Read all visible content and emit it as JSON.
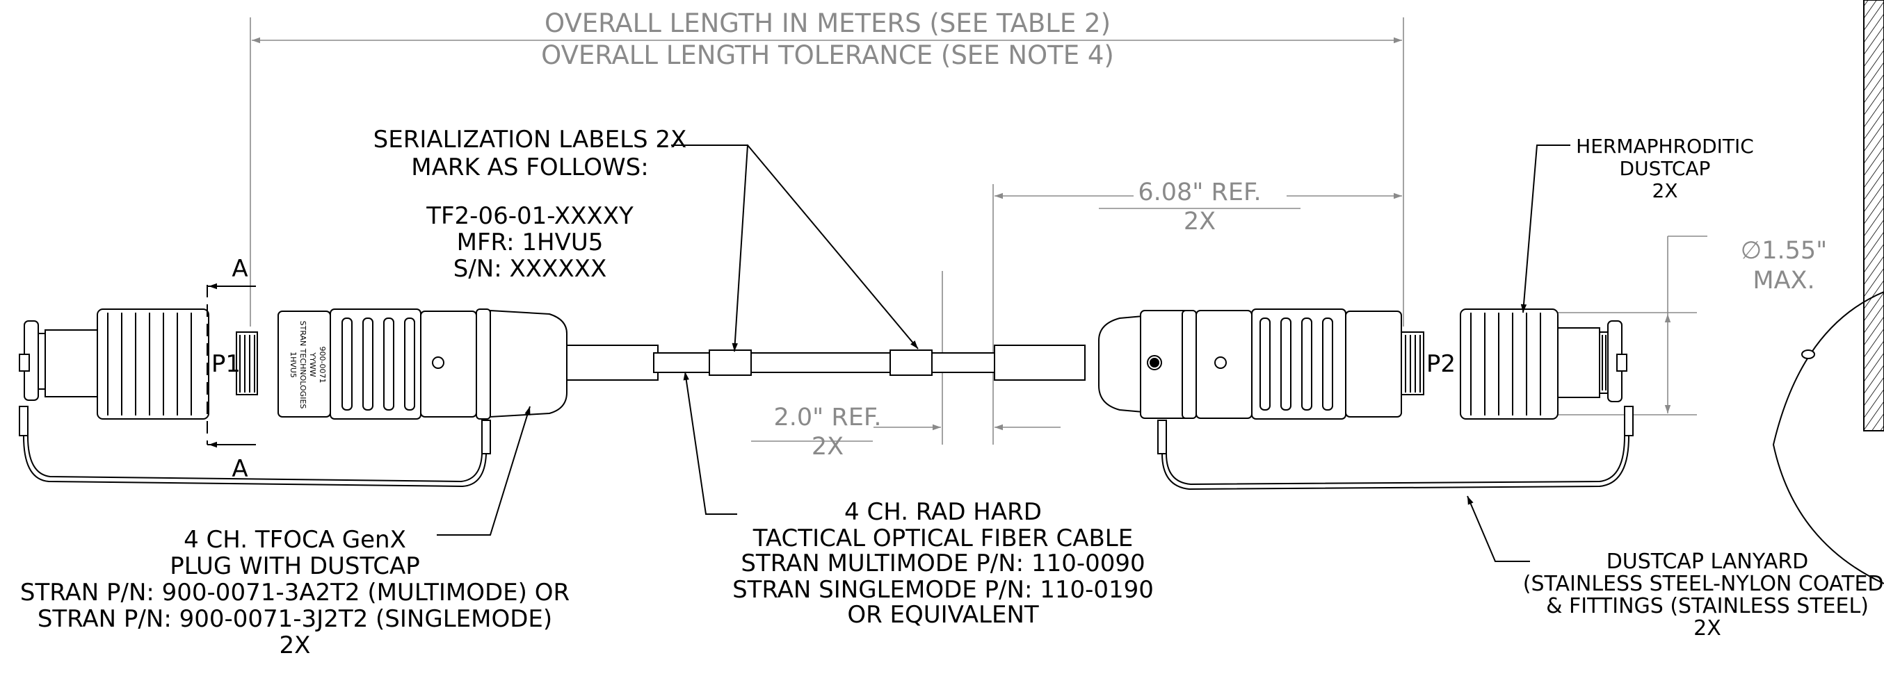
{
  "colors": {
    "ink": "#000000",
    "dim": "#8a8a8a",
    "fill": "#ffffff"
  },
  "dimensions": {
    "overall_line1": "OVERALL LENGTH IN METERS (SEE TABLE 2)",
    "overall_line2": "OVERALL LENGTH TOLERANCE (SEE NOTE 4)",
    "boot_ref_line1": "6.08\" REF.",
    "boot_ref_line2": "2X",
    "label_ref_line1": "2.0\" REF.",
    "label_ref_line2": "2X",
    "diameter_line1": "∅1.55\"",
    "diameter_line2": "MAX."
  },
  "section": {
    "marker": "A"
  },
  "connectors": {
    "p1": "P1",
    "p2": "P2"
  },
  "housing_text": [
    "900-0071",
    "YYWW",
    "STRAN TECHNOLOGIES",
    "1HVU5"
  ],
  "callouts": {
    "serialization": {
      "line1": "SERIALIZATION LABELS 2X",
      "line2": "MARK AS FOLLOWS:",
      "line3": "TF2-06-01-XXXXY",
      "line4": "MFR: 1HVU5",
      "line5": "S/N: XXXXXX"
    },
    "dustcap": {
      "line1": "HERMAPHRODITIC",
      "line2": "DUSTCAP",
      "line3": "2X"
    },
    "cable": {
      "line1": "4 CH. RAD HARD",
      "line2": "TACTICAL OPTICAL FIBER CABLE",
      "line3": "STRAN MULTIMODE P/N: 110-0090",
      "line4": "STRAN SINGLEMODE P/N: 110-0190",
      "line5": "OR EQUIVALENT"
    },
    "plug": {
      "line1": "4 CH. TFOCA GenX",
      "line2": "PLUG WITH DUSTCAP",
      "line3": "STRAN P/N: 900-0071-3A2T2 (MULTIMODE) OR",
      "line4": "STRAN P/N: 900-0071-3J2T2 (SINGLEMODE)",
      "line5": "2X"
    },
    "lanyard": {
      "line1": "DUSTCAP LANYARD",
      "line2": "(STAINLESS STEEL-NYLON COATED)",
      "line3": "& FITTINGS (STAINLESS STEEL)",
      "line4": "2X"
    }
  }
}
